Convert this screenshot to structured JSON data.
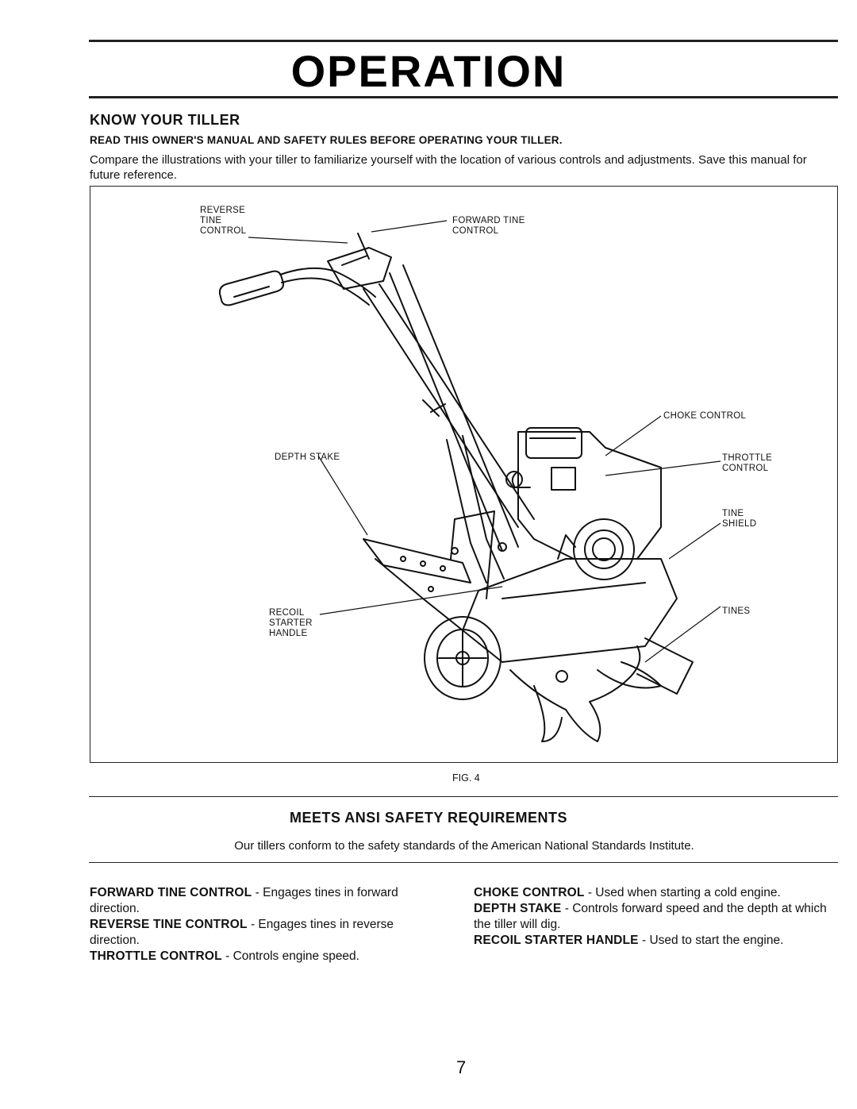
{
  "header": {
    "title": "OPERATION"
  },
  "section1": {
    "heading": "KNOW YOUR TILLER",
    "warning": "READ THIS OWNER'S MANUAL AND SAFETY RULES BEFORE OPERATING YOUR TILLER.",
    "intro": "Compare the illustrations with your tiller to familiarize yourself with the location of various controls and adjustments. Save this manual for future reference."
  },
  "figure": {
    "labels": {
      "reverse_tine_control": [
        "REVERSE",
        "TINE",
        "CONTROL"
      ],
      "forward_tine_control": [
        "FORWARD TINE",
        "CONTROL"
      ],
      "choke_control": "CHOKE CONTROL",
      "depth_stake": "DEPTH STAKE",
      "throttle_control": [
        "THROTTLE",
        "CONTROL"
      ],
      "tine_shield": [
        "TINE",
        "SHIELD"
      ],
      "recoil_starter_handle": [
        "RECOIL",
        "STARTER",
        "HANDLE"
      ],
      "tines": "TINES"
    },
    "caption": "FIG. 4"
  },
  "section2": {
    "heading": "MEETS ANSI SAFETY REQUIREMENTS",
    "text": "Our tillers conform to the safety standards of the American National Standards Institute."
  },
  "definitions": {
    "left": [
      {
        "term": "FORWARD TINE CONTROL",
        "text": " - Engages tines in forward direction."
      },
      {
        "term": "REVERSE TINE CONTROL",
        "text": " - Engages tines in reverse direction."
      },
      {
        "term": "THROTTLE CONTROL",
        "text": " - Controls engine speed."
      }
    ],
    "right": [
      {
        "term": "CHOKE CONTROL",
        "text": " - Used when starting a cold engine."
      },
      {
        "term": "DEPTH STAKE",
        "text": " - Controls forward speed and the depth at which the tiller will dig."
      },
      {
        "term": "RECOIL STARTER HANDLE",
        "text": " - Used to start the engine."
      }
    ]
  },
  "footer": {
    "page_number": "7"
  }
}
